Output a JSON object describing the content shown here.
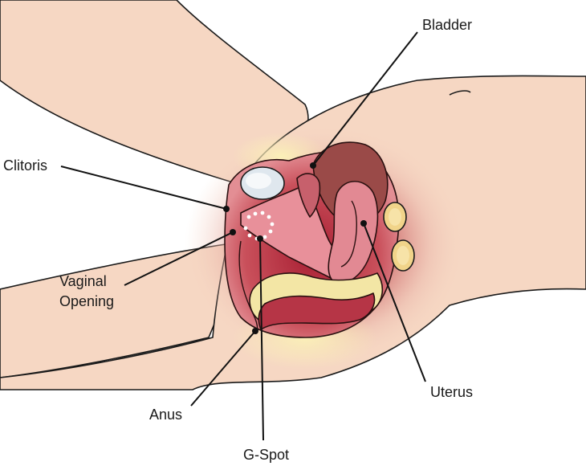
{
  "labels": {
    "bladder": "Bladder",
    "clitoris": "Clitoris",
    "vaginal_opening_line1": "Vaginal",
    "vaginal_opening_line2": "Opening",
    "uterus": "Uterus",
    "anus": "Anus",
    "g_spot": "G-Spot"
  },
  "colors": {
    "skin": "#f6d7c3",
    "deep_tissue": "#8e2a35",
    "pink_tissue": "#e8909a",
    "bladder_wall": "#9a4a48",
    "yellow_fat": "#f3e6a5",
    "white_dots": "#ffffff",
    "bone": "#dfe7ee"
  }
}
